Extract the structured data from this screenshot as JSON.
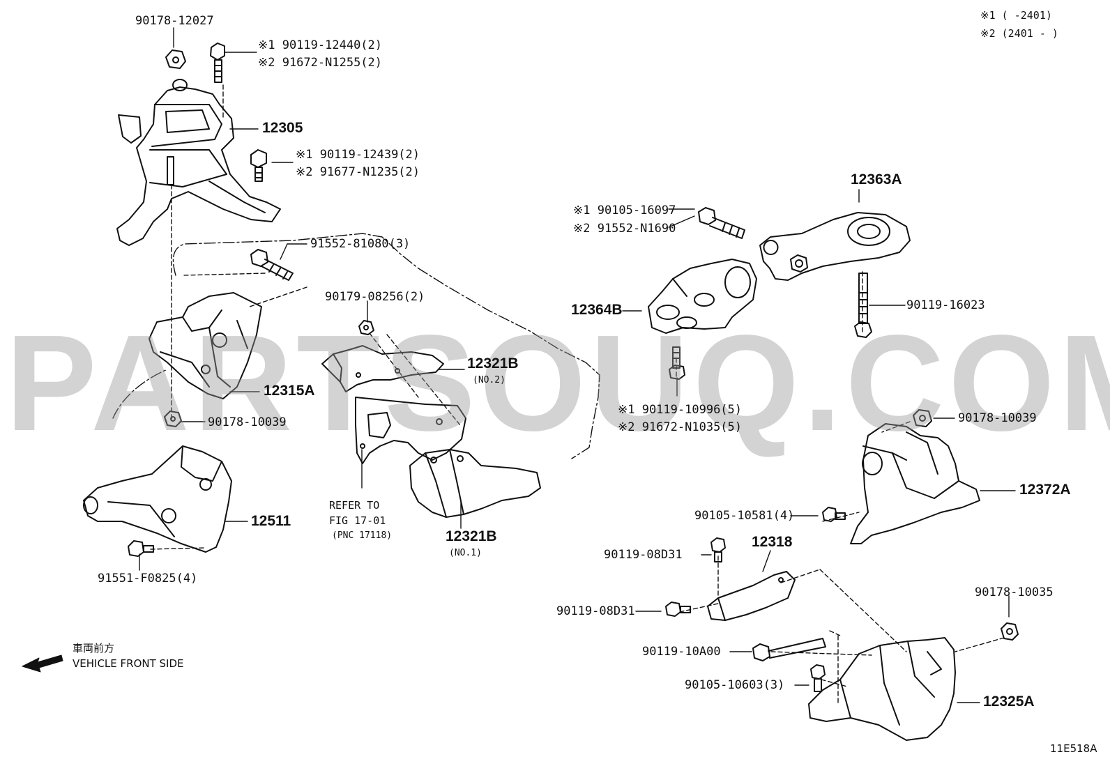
{
  "legend": {
    "line1": "※1 (      -2401)",
    "line2": "※2 (2401 -     )"
  },
  "watermark": "PARTSOUQ.COM",
  "figure_code": "11E518A",
  "direction": {
    "japanese": "車両前方",
    "english": "VEHICLE FRONT SIDE"
  },
  "labels": {
    "l_90178_12027": "90178-12027",
    "l_90119_12440": "※1 90119-12440(2)",
    "l_91672_N1255": "※2 91672-N1255(2)",
    "l_12305": "12305",
    "l_90119_12439": "※1 90119-12439(2)",
    "l_91677_N1235": "※2 91677-N1235(2)",
    "l_91552_81080": "91552-81080(3)",
    "l_90179_08256": "90179-08256(2)",
    "l_12321B_no2": "12321B",
    "l_no2": "(NO.2)",
    "l_12315A": "12315A",
    "l_90178_10039_left": "90178-10039",
    "l_12511": "12511",
    "l_91551_F0825": "91551-F0825(4)",
    "l_refer1": "REFER TO",
    "l_refer2": "FIG 17-01",
    "l_refer3": "(PNC 17118)",
    "l_12321B_no1": "12321B",
    "l_no1": "(NO.1)",
    "l_90105_16097": "※1 90105-16097",
    "l_91552_N1690": "※2 91552-N1690",
    "l_12363A": "12363A",
    "l_12364B": "12364B",
    "l_90119_16023": "90119-16023",
    "l_90119_10996": "※1 90119-10996(5)",
    "l_91672_N1035": "※2 91672-N1035(5)",
    "l_90178_10039_right": "90178-10039",
    "l_12372A": "12372A",
    "l_90105_10581": "90105-10581(4)",
    "l_12318": "12318",
    "l_90119_08D31_a": "90119-08D31",
    "l_90119_08D31_b": "90119-08D31",
    "l_90178_10035": "90178-10035",
    "l_90119_10A00": "90119-10A00",
    "l_90105_10603": "90105-10603(3)",
    "l_12325A": "12325A"
  }
}
